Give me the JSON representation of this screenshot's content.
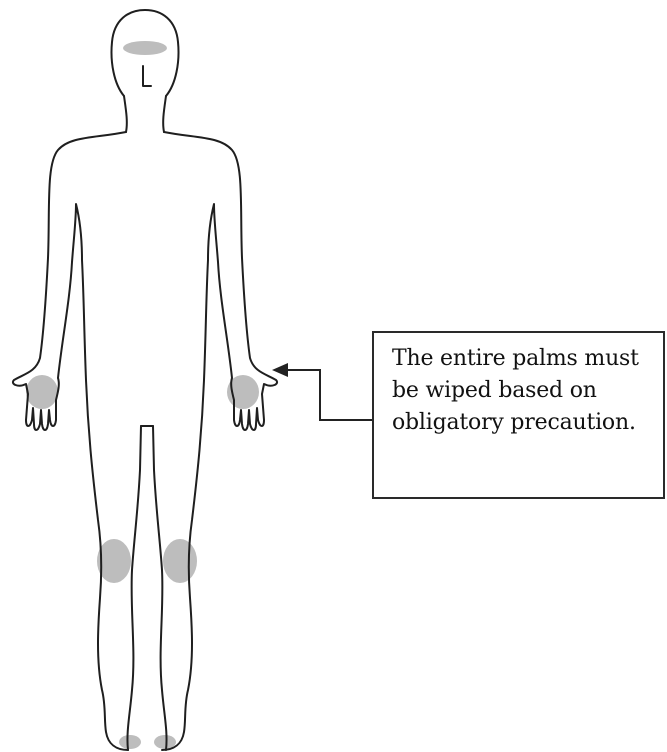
{
  "callout": {
    "text": "The entire palms must be wiped based on obligatory precaution."
  },
  "colors": {
    "outline": "#1f1f1f",
    "highlight": "#bdbdbd",
    "arrow": "#222222",
    "callout_border": "#2a2a2a"
  },
  "highlighted_regions": [
    "forehead",
    "left-palm",
    "right-palm",
    "left-knee",
    "right-knee",
    "left-toe",
    "right-toe"
  ]
}
